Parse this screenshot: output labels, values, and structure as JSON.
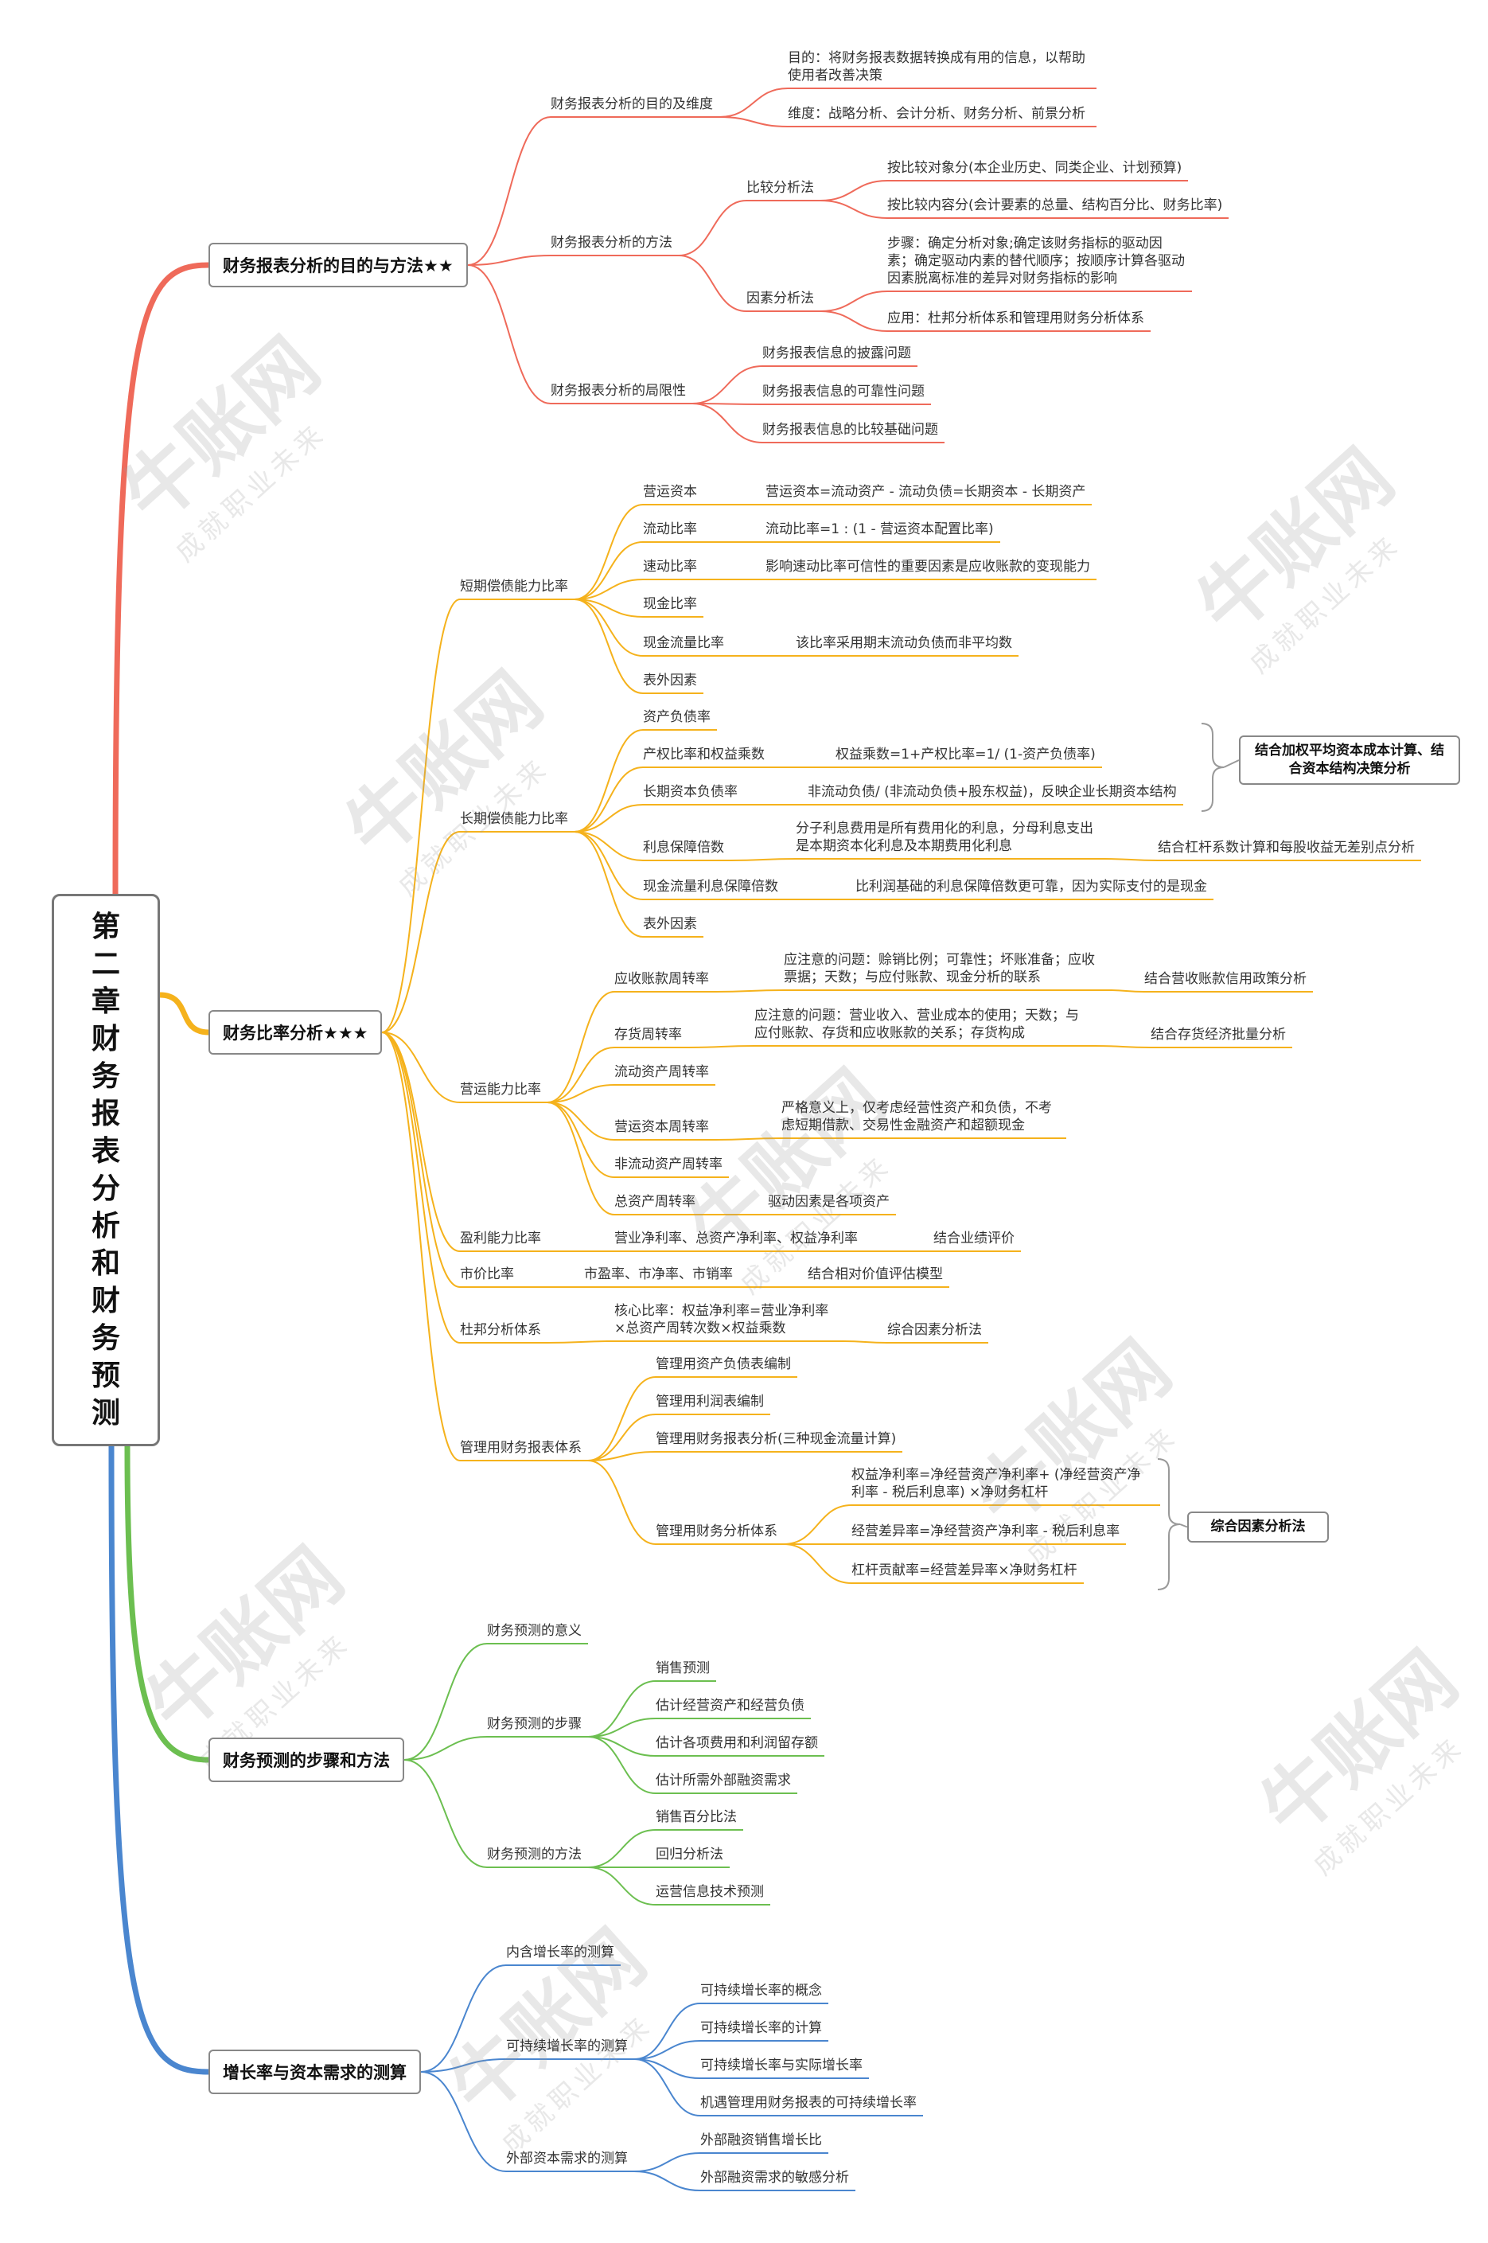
{
  "root": "第二章财务报表分析和财务预测",
  "colors": {
    "red": "#ef6a5a",
    "orange": "#f5b21c",
    "green": "#6cbf50",
    "blue": "#4a86cf"
  },
  "watermark": {
    "logo": "牛账网",
    "sub": "成就职业未来"
  },
  "b1": {
    "title": "财务报表分析的目的与方法★★",
    "c1": {
      "label": "财务报表分析的目的及维度",
      "l1": "目的：将财务报表数据转换成有用的信息，以帮助使用者改善决策",
      "l2": "维度：战略分析、会计分析、财务分析、前景分析"
    },
    "c2": {
      "label": "财务报表分析的方法",
      "m1": {
        "label": "比较分析法",
        "l1": "按比较对象分(本企业历史、同类企业、计划预算)",
        "l2": "按比较内容分(会计要素的总量、结构百分比、财务比率)"
      },
      "m2": {
        "label": "因素分析法",
        "l1": "步骤：确定分析对象;确定该财务指标的驱动因素；确定驱动内素的替代顺序；按顺序计算各驱动因素脱离标准的差异对财务指标的影响",
        "l2": "应用：杜邦分析体系和管理用财务分析体系"
      }
    },
    "c3": {
      "label": "财务报表分析的局限性",
      "l1": "财务报表信息的披露问题",
      "l2": "财务报表信息的可靠性问题",
      "l3": "财务报表信息的比较基础问题"
    }
  },
  "b2": {
    "title": "财务比率分析★★★",
    "short": {
      "label": "短期偿债能力比率",
      "i1": "营运资本",
      "d1": "营运资本=流动资产 - 流动负债=长期资本 - 长期资产",
      "i2": "流动比率",
      "d2": "流动比率=1 : (1 - 营运资本配置比率)",
      "i3": "速动比率",
      "d3": "影响速动比率可信性的重要因素是应收账款的变现能力",
      "i4": "现金比率",
      "i5": "现金流量比率",
      "d5": "该比率采用期末流动负债而非平均数",
      "i6": "表外因素"
    },
    "long": {
      "label": "长期偿债能力比率",
      "i1": "资产负债率",
      "i2": "产权比率和权益乘数",
      "d2": "权益乘数=1+产权比率=1/ (1-资产负债率)",
      "i3": "长期资本负债率",
      "d3": "非流动负债/ (非流动负债+股东权益)，反映企业长期资本结构",
      "i4": "利息保障倍数",
      "d4": "分子利息费用是所有费用化的利息，分母利息支出是本期资本化利息及本期费用化利息",
      "e4": "结合杠杆系数计算和每股收益无差别点分析",
      "i5": "现金流量利息保障倍数",
      "d5": "比利润基础的利息保障倍数更可靠，因为实际支付的是现金",
      "i6": "表外因素",
      "note": "结合加权平均资本成本计算、结合资本结构决策分析"
    },
    "ops": {
      "label": "营运能力比率",
      "i1": "应收账款周转率",
      "d1": "应注意的问题：赊销比例；可靠性；坏账准备；应收票据；天数；与应付账款、现金分析的联系",
      "e1": "结合营收账款信用政策分析",
      "i2": "存货周转率",
      "d2": "应注意的问题：营业收入、营业成本的使用；天数；与应付账款、存货和应收账款的关系；存货构成",
      "e2": "结合存货经济批量分析",
      "i3": "流动资产周转率",
      "i4": "营运资本周转率",
      "d4": "严格意义上，仅考虑经营性资产和负债，不考虑短期借款、交易性金融资产和超额现金",
      "i5": "非流动资产周转率",
      "i6": "总资产周转率",
      "d6": "驱动因素是各项资产"
    },
    "profit": {
      "label": "盈利能力比率",
      "d": "营业净利率、总资产净利率、权益净利率",
      "e": "结合业绩评价"
    },
    "market": {
      "label": "市价比率",
      "d": "市盈率、市净率、市销率",
      "e": "结合相对价值评估模型"
    },
    "dupont": {
      "label": "杜邦分析体系",
      "d": "核心比率：权益净利率=营业净利率×总资产周转次数×权益乘数",
      "e": "综合因素分析法"
    },
    "mgmt": {
      "label": "管理用财务报表体系",
      "i1": "管理用资产负债表编制",
      "i2": "管理用利润表编制",
      "i3": "管理用财务报表分析(三种现金流量计算)",
      "i4": "管理用财务分析体系",
      "f1": "权益净利率=净经营资产净利率+ (净经营资产净利率 - 税后利息率) ×净财务杠杆",
      "f2": "经营差异率=净经营资产净利率 - 税后利息率",
      "f3": "杠杆贡献率=经营差异率×净财务杠杆",
      "note": "综合因素分析法"
    }
  },
  "b3": {
    "title": "财务预测的步骤和方法",
    "c1": "财务预测的意义",
    "c2": {
      "label": "财务预测的步骤",
      "l1": "销售预测",
      "l2": "估计经营资产和经营负债",
      "l3": "估计各项费用和利润留存额",
      "l4": "估计所需外部融资需求"
    },
    "c3": {
      "label": "财务预测的方法",
      "l1": "销售百分比法",
      "l2": "回归分析法",
      "l3": "运营信息技术预测"
    }
  },
  "b4": {
    "title": "增长率与资本需求的测算",
    "c1": "内含增长率的测算",
    "c2": {
      "label": "可持续增长率的测算",
      "l1": "可持续增长率的概念",
      "l2": "可持续增长率的计算",
      "l3": "可持续增长率与实际增长率",
      "l4": "机遇管理用财务报表的可持续增长率"
    },
    "c3": {
      "label": "外部资本需求的测算",
      "l1": "外部融资销售增长比",
      "l2": "外部融资需求的敏感分析"
    }
  }
}
